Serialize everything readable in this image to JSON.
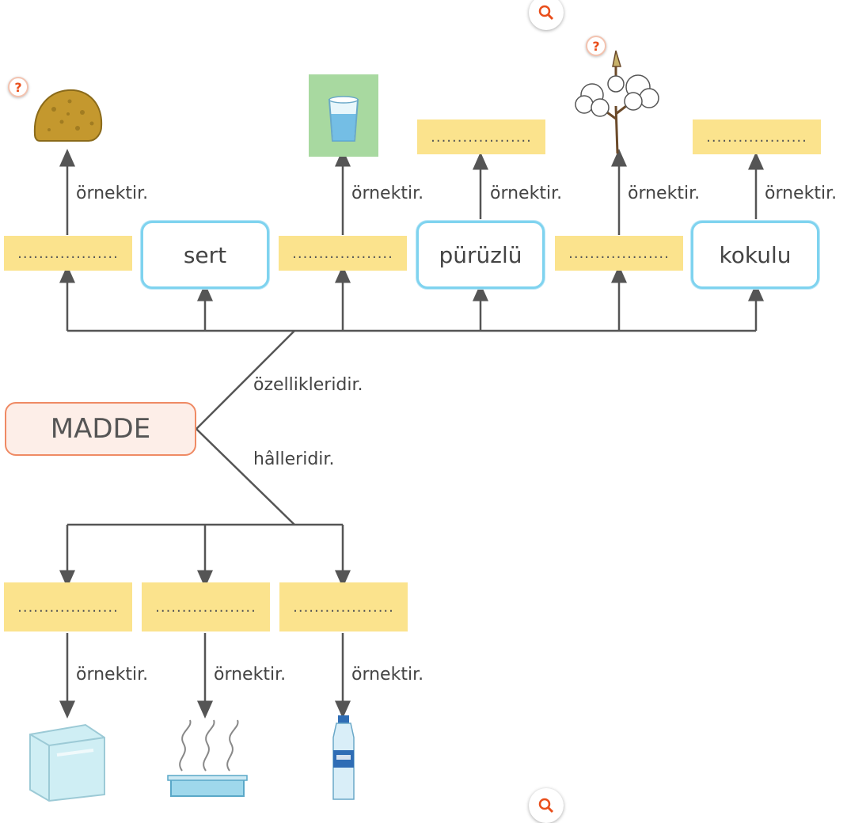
{
  "concept": "MADDE",
  "branch_labels": {
    "properties": "özellikleridir.",
    "states": "hâlleridir."
  },
  "example_label": "örnektir.",
  "blank_text": "...................",
  "properties": [
    "sert",
    "pürüzlü",
    "kokulu"
  ],
  "icons": {
    "question": "question-mark-icon",
    "zoom": "magnifier-icon",
    "question_symbol": "?"
  },
  "colors": {
    "blank_fill": "#fbe38d",
    "property_border": "#7fd3ef",
    "concept_border": "#ef8a64",
    "concept_fill": "#fdeee8",
    "line": "#555555",
    "accent": "#e94e1b"
  }
}
